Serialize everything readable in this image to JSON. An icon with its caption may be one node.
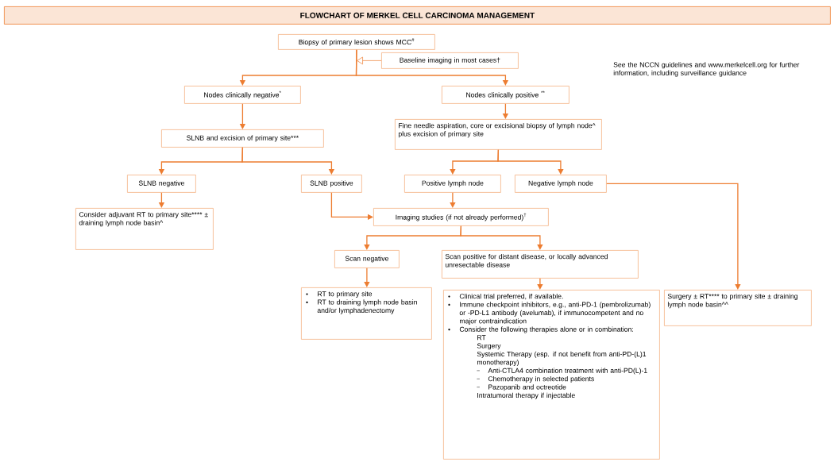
{
  "diagram": {
    "title": "FLOWCHART OF MERKEL CELL CARCINOMA MANAGEMENT",
    "nodes": [
      {
        "text": [
          "Biopsy of primary lesion shows MCC$^{#}$"
        ]
      },
      {
        "text": [
          "Baseline imaging in most cases†"
        ]
      },
      {
        "text": [
          "Nodes clinically negative$^{*}$"
        ]
      },
      {
        "text": [
          "Nodes clinically positive $^{**}$"
        ]
      },
      {
        "text": [
          "SLNB and excision of primary site***"
        ]
      },
      {
        "text": [
          "Fine needle aspiration, core or excisional biopsy of lymph node^ plus excision of primary site"
        ]
      },
      {
        "text": [
          "SLNB negative"
        ]
      },
      {
        "text": [
          "SLNB positive"
        ]
      },
      {
        "text": [
          "Positive lymph node"
        ]
      },
      {
        "text": [
          "Negative lymph node"
        ]
      },
      {
        "text": [
          "Consider adjuvant RT to primary site**** ± draining lymph node basin^"
        ]
      },
      {
        "text": [
          "Imaging studies (if not already performed)$^{†}$"
        ]
      },
      {
        "text": [
          "Scan negative"
        ]
      },
      {
        "text": [
          "Scan positive for distant disease, or locally advanced unresectable disease"
        ]
      },
      {
        "text": [
          "RT to primary site",
          "RT to draining lymph node basin and/or lymphadenectomy"
        ]
      },
      {
        "text": [
          "Clinical trial preferred, if available.",
          "Immune checkpoint inhibitors, e.g., anti-PD-1 (pembrolizumab) or -PD-L1 antibody (avelumab), if immunocompetent and no major contraindication",
          "Consider the following therapies alone or in combination:",
          "RT",
          "Surgery",
          "Systemic Therapy (esp. if not benefit from anti-PD-(L)1 monotherapy)",
          "Anti-CTLA4 combination treatment with anti-PD(L)-1",
          "Chemotherapy in selected patients",
          "Pazopanib and octreotide",
          "Intratumoral therapy if injectable"
        ]
      },
      {
        "text": [
          "Surgery ± RT**** to primary site ± draining lymph node basin^^"
        ]
      }
    ],
    "edges": [
      {
        "from": 0,
        "to": 2,
        "arrow": "to"
      },
      {
        "from": 0,
        "to": 3,
        "arrow": "to"
      },
      {
        "from": 1,
        "to": 0,
        "arrow": "to"
      },
      {
        "from": 2,
        "to": 4,
        "arrow": "to"
      },
      {
        "from": 3,
        "to": 5,
        "arrow": "to"
      },
      {
        "from": 4,
        "to": 6,
        "arrow": "to"
      },
      {
        "from": 4,
        "to": 7,
        "arrow": "to"
      },
      {
        "from": 5,
        "to": 8,
        "arrow": "to"
      },
      {
        "from": 5,
        "to": 9,
        "arrow": "to"
      },
      {
        "from": 6,
        "to": 10,
        "arrow": "to"
      },
      {
        "from": 7,
        "to": 11,
        "arrow": "to"
      },
      {
        "from": 8,
        "to": 11,
        "arrow": "to"
      },
      {
        "from": 9,
        "to": 16,
        "arrow": "to"
      },
      {
        "from": 11,
        "to": 12,
        "arrow": "to"
      },
      {
        "from": 11,
        "to": 13,
        "arrow": "to"
      },
      {
        "from": 12,
        "to": 14,
        "arrow": "to"
      },
      {
        "from": 13,
        "to": 15,
        "arrow": "to"
      }
    ],
    "labels": [
      "See the NCCN guidelines and www.merkelcell.org for further information, including surveillance guidance"
    ]
  }
}
